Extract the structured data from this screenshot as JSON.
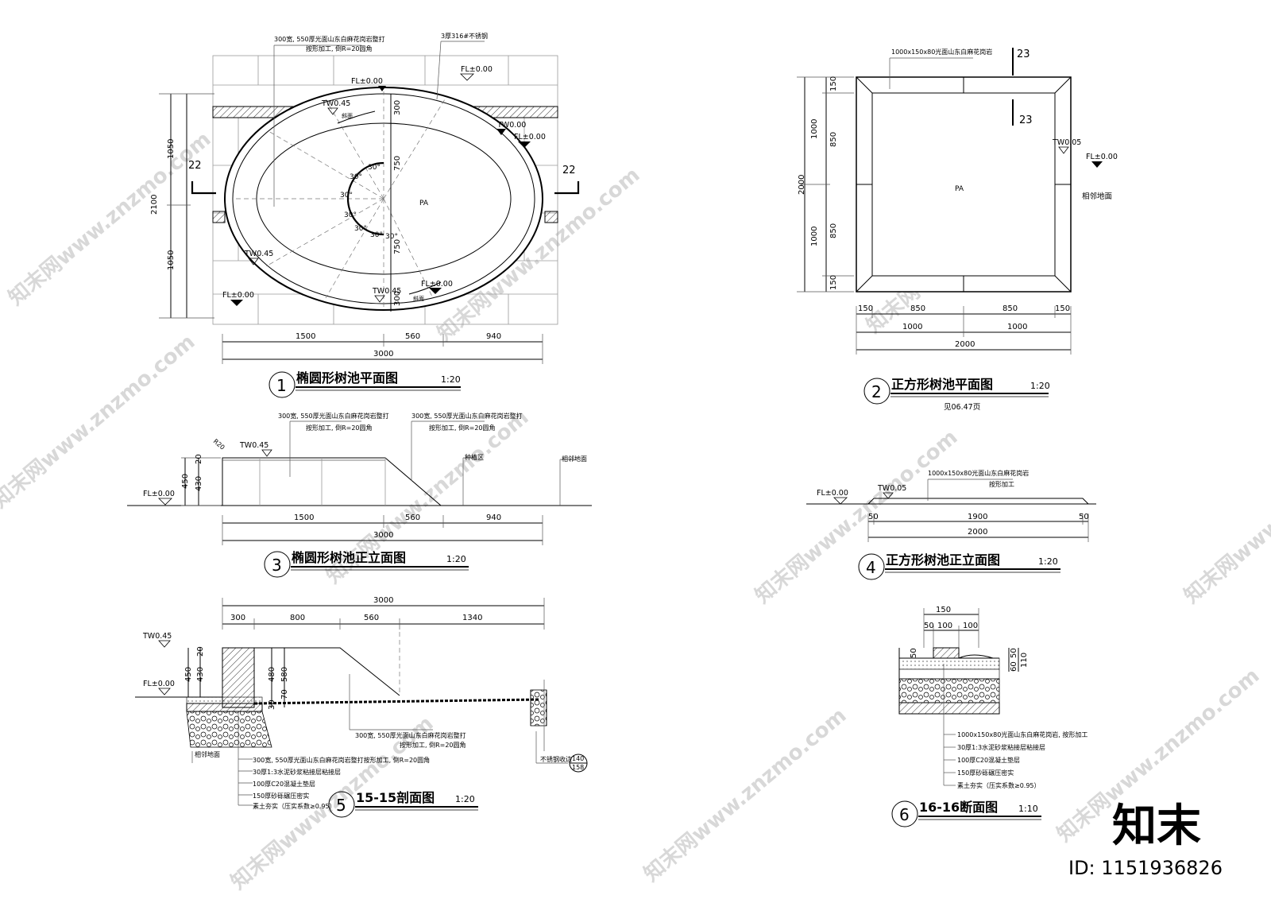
{
  "watermark": {
    "site_text": "知末网www.znzmo.com",
    "logo_text": "知末",
    "id_text": "ID: 1151936826"
  },
  "drawing1": {
    "num": "1",
    "title": "椭圆形树池平面图",
    "scale": "1:20",
    "note_top_left_1": "300宽, 550厚光面山东白麻花岗岩整打",
    "note_top_left_2": "按形加工, 倒R=20圆角",
    "note_top_right": "3厚316#不锈钢",
    "lvl_fl_top": "FL±0.00",
    "lvl_fl_top_right": "FL±0.00",
    "lvl_fl_right": "FL±0.00",
    "lvl_fl_left": "FL±0.00",
    "lvl_fl_bottom": "FL±0.00",
    "lvl_tw_top": "TW0.45",
    "lvl_tw_right": "TW0.00",
    "lvl_tw_left": "TW0.45",
    "lvl_tw_bottom": "TW0.45",
    "slope_1": "斜面",
    "slope_2": "斜面",
    "section_mark": "22",
    "area_label": "PA",
    "angle": "30°",
    "dim_total_h": "2100",
    "dim_half_h": "1050",
    "dim_v_300": "300",
    "dim_v_750": "750",
    "dim_h_1500": "1500",
    "dim_h_560": "560",
    "dim_h_940": "940",
    "dim_h_3000": "3000"
  },
  "drawing2": {
    "num": "2",
    "title": "正方形树池平面图",
    "scale": "1:20",
    "ref": "见06.47页",
    "note": "1000x150x80光面山东白麻花岗岩",
    "section_mark": "23",
    "lvl_tw": "TW0.05",
    "lvl_fl": "FL±0.00",
    "adjacent": "相邻地面",
    "area_label": "PA",
    "dim_150": "150",
    "dim_850": "850",
    "dim_1000": "1000",
    "dim_2000": "2000"
  },
  "drawing3": {
    "num": "3",
    "title": "椭圆形树池正立面图",
    "scale": "1:20",
    "note_1": "300宽, 550厚光面山东白麻花岗岩整打",
    "note_2": "按形加工, 倒R=20圆角",
    "lvl_tw": "TW0.45",
    "lvl_fl": "FL±0.00",
    "r20": "R20",
    "plant_area": "种植区",
    "adjacent": "相邻地面",
    "dim_450": "450",
    "dim_430": "430",
    "dim_20": "20",
    "dim_1500": "1500",
    "dim_560": "560",
    "dim_940": "940",
    "dim_3000": "3000"
  },
  "drawing4": {
    "num": "4",
    "title": "正方形树池正立面图",
    "scale": "1:20",
    "note_1": "1000x150x80光面山东白麻花岗岩",
    "note_2": "按形加工",
    "lvl_fl": "FL±0.00",
    "lvl_tw": "TW0.05",
    "dim_50": "50",
    "dim_1900": "1900",
    "dim_2000": "2000"
  },
  "drawing5": {
    "num": "5",
    "title": "15-15剖面图",
    "scale": "1:20",
    "lvl_tw": "TW0.45",
    "lvl_fl": "FL±0.00",
    "dim_3000": "3000",
    "dim_300": "300",
    "dim_800": "800",
    "dim_560": "560",
    "dim_1340": "1340",
    "dim_450": "450",
    "dim_430": "430",
    "dim_20": "20",
    "dim_480": "480",
    "dim_580": "580",
    "dim_30": "30",
    "dim_70": "70",
    "note_slope_1": "300宽, 550厚光面山东白麻花岗岩整打",
    "note_slope_2": "按形加工, 倒R=20圆角",
    "adjacent": "相邻地面",
    "steel_edge": "不锈钢收边",
    "ref_top": "140",
    "ref_bottom": "158",
    "layers": [
      "300宽, 550厚光面山东白麻花岗岩整打按形加工, 倒R=20圆角",
      "30厚1:3水泥砂浆粘接层粘接层",
      "100厚C20混凝土垫层",
      "150厚砂砾碾压密实",
      "素土夯实（压实系数≥0.95）"
    ]
  },
  "drawing6": {
    "num": "6",
    "title": "16-16断面图",
    "scale": "1:10",
    "dim_150": "150",
    "dim_50": "50",
    "dim_100": "100",
    "dim_60": "60",
    "dim_110": "110",
    "layers": [
      "1000x150x80光面山东白麻花岗岩, 按形加工",
      "30厚1:3水泥砂浆粘接层粘接层",
      "100厚C20混凝土垫层",
      "150厚砂砾碾压密实",
      "素土夯实（压实系数≥0.95）"
    ]
  }
}
